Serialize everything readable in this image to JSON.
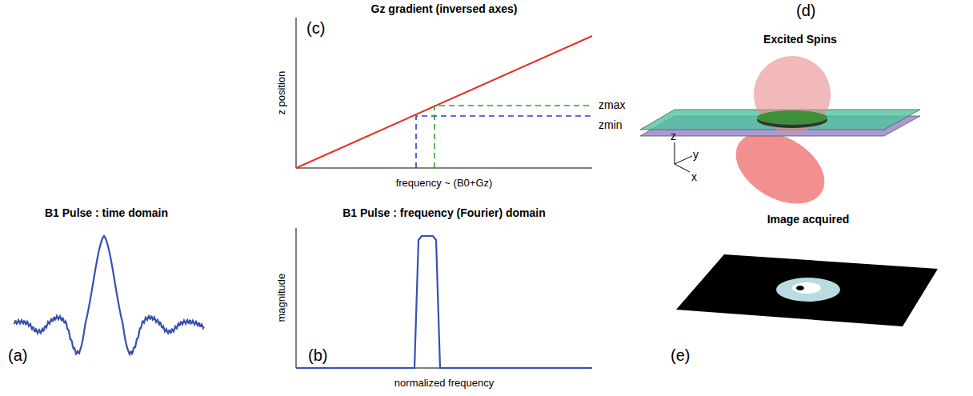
{
  "diagram": {
    "labels": [
      "Gz gradient (inversed axes)",
      "(c)",
      "z position",
      "frequency ~ (B0+Gz)",
      "zmax",
      "zmin",
      "Excited Spins",
      "(d)",
      "z",
      "y",
      "x",
      "B1 Pulse : time domain",
      "(a)",
      "B1 Pulse : frequency (Fourier) domain",
      "(b)",
      "magnitude",
      "normalized frequency",
      "Image acquired",
      "(e)"
    ]
  }
}
